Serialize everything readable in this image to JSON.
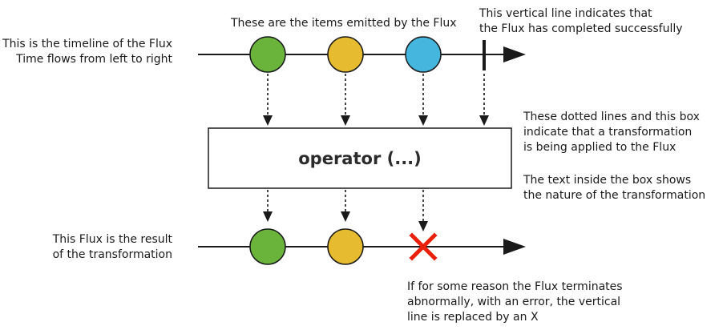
{
  "labels": {
    "timeline": [
      "This is the timeline of the Flux",
      "Time flows from left to right"
    ],
    "items": "These are the items emitted by the Flux",
    "complete": [
      "This vertical line indicates that",
      "the Flux has completed successfully"
    ],
    "dotted": [
      "These dotted lines and this box",
      "indicate that a transformation",
      "is being applied to the Flux"
    ],
    "boxtext": [
      "The text inside the box shows",
      "the nature of the transformation"
    ],
    "result": [
      "This Flux is the result",
      "of the transformation"
    ],
    "error": [
      "If for some reason the Flux terminates",
      "abnormally, with an error, the vertical",
      "line is replaced by an X"
    ]
  },
  "operator_label": "operator (...)",
  "colors": {
    "green": "#6bb43c",
    "yellow": "#e6bb2f",
    "blue": "#45b7df",
    "error": "#e8200c",
    "line": "#1a1a1a"
  }
}
